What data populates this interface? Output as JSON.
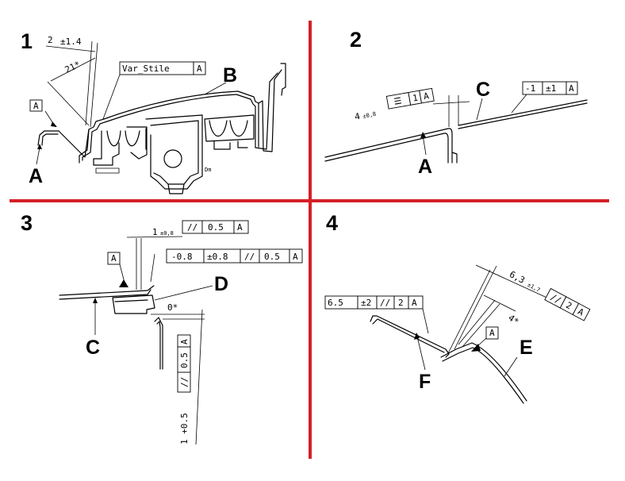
{
  "colors": {
    "divider": "#d42027",
    "ink": "#000000",
    "background": "#ffffff"
  },
  "quadrants": [
    {
      "number": "1",
      "callouts": [
        "A",
        "B"
      ],
      "dims": {
        "tol_top_val": "2",
        "tol_top_tol": "±1.4",
        "angle": "21*",
        "fcf_name": "Var_Stile",
        "fcf_datum": "A",
        "datum_box": "A"
      }
    },
    {
      "number": "2",
      "callouts": [
        "A",
        "C"
      ],
      "dims": {
        "gap_val": "4",
        "gap_tol": "±0,8",
        "fcf_sym": "☰",
        "fcf_val": "1",
        "fcf_datum": "A",
        "flush_val": "-1",
        "flush_tol": "±1",
        "flush_datum": "A"
      }
    },
    {
      "number": "3",
      "callouts": [
        "C",
        "D"
      ],
      "dims": {
        "gap_val": "1",
        "gap_tol": "±0,8",
        "gap_sym": "//",
        "gap_fcf": "0.5",
        "gap_datum": "A",
        "datum_box": "A",
        "flush_val": "-0.8",
        "flush_tol": "±0.8",
        "flush_sym": "//",
        "flush_fcf": "0.5",
        "flush_datum": "A",
        "angle": "0*",
        "vert_val": "1 +0.5",
        "vert_sym": "//",
        "vert_fcf": "0.5",
        "vert_datum": "A"
      }
    },
    {
      "number": "4",
      "callouts": [
        "F",
        "E"
      ],
      "dims": {
        "flush_val": "6.5",
        "flush_tol": "±2",
        "flush_sym": "//",
        "flush_fcf": "2",
        "flush_datum": "A",
        "gap_val": "6,3",
        "gap_tol": "±1,7",
        "gap_sym": "//",
        "gap_fcf": "2",
        "gap_datum": "A",
        "angle": "4*",
        "datum_box": "A"
      }
    }
  ]
}
